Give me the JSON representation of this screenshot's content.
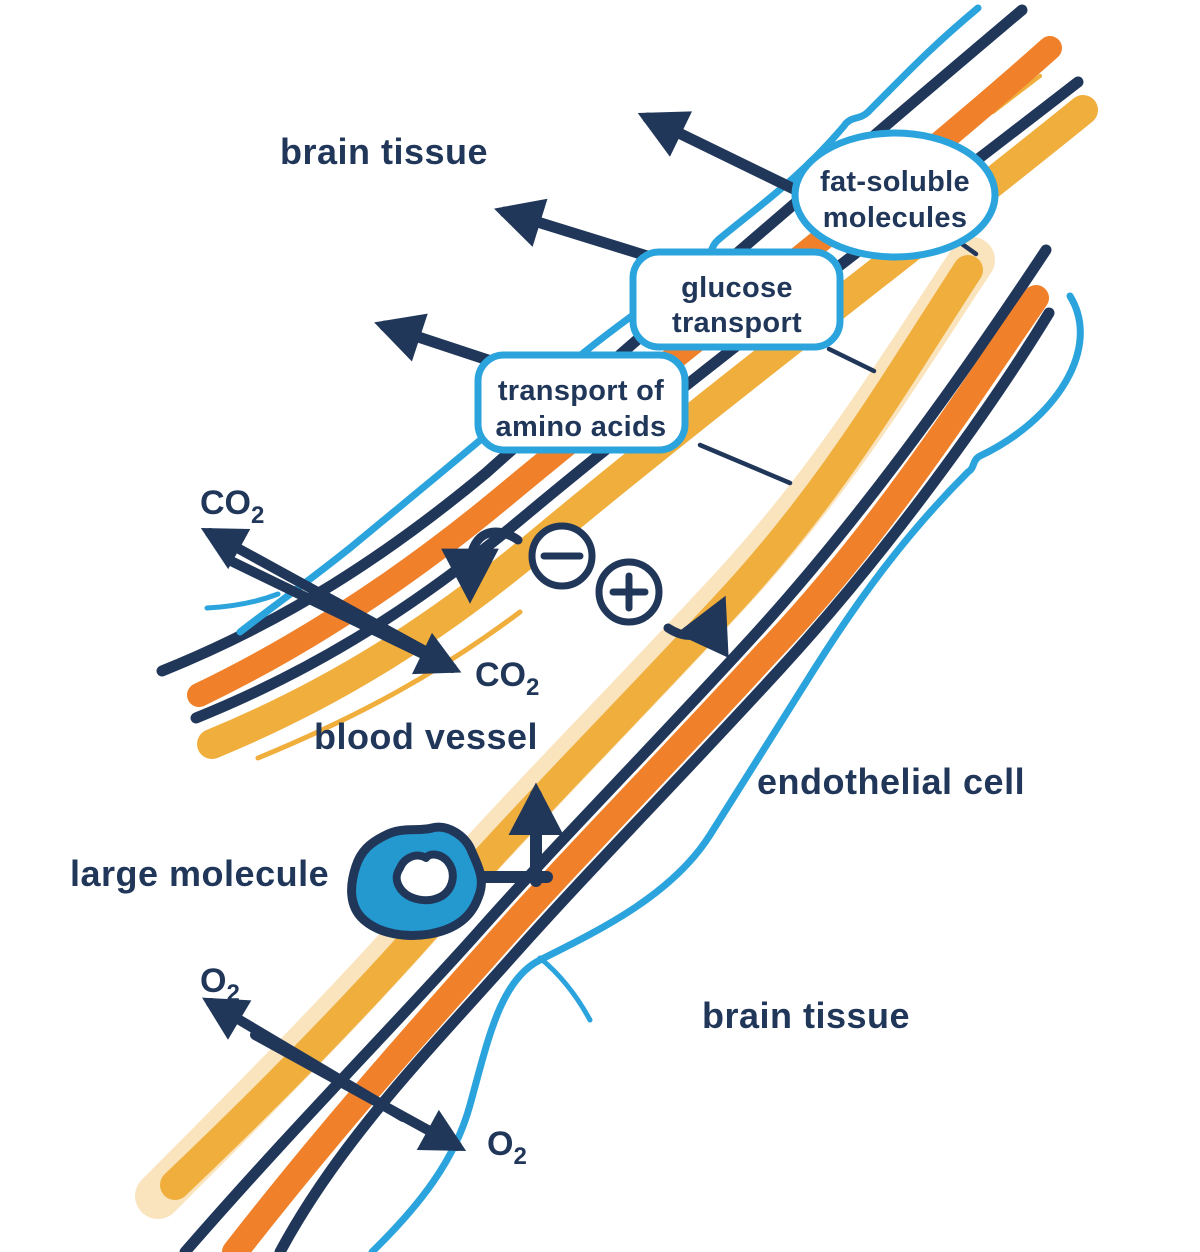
{
  "colors": {
    "navy": "#21375a",
    "blue": "#2ba4dd",
    "blob_blue": "#2499d0",
    "orange": "#f0812a",
    "amber": "#f0ae3c",
    "cream": "#fae4bd",
    "background": "#ffffff"
  },
  "labels": {
    "brain_tissue_top": "brain tissue",
    "brain_tissue_bottom": "brain tissue",
    "blood_vessel": "blood vessel",
    "endothelial_cell": "endothelial cell",
    "large_molecule": "large molecule",
    "fat_soluble": {
      "line1": "fat-soluble",
      "line2": "molecules"
    },
    "glucose_transport": {
      "line1": "glucose",
      "line2": "transport"
    },
    "amino_acids": {
      "line1": "transport of",
      "line2": "amino acids"
    },
    "co2": {
      "base": "CO",
      "sub": "2"
    },
    "o2": {
      "base": "O",
      "sub": "2"
    }
  },
  "icons": {
    "inhibition": "minus-circle-icon",
    "stimulation": "plus-circle-icon",
    "direction_arrows": "arrow-icon"
  }
}
